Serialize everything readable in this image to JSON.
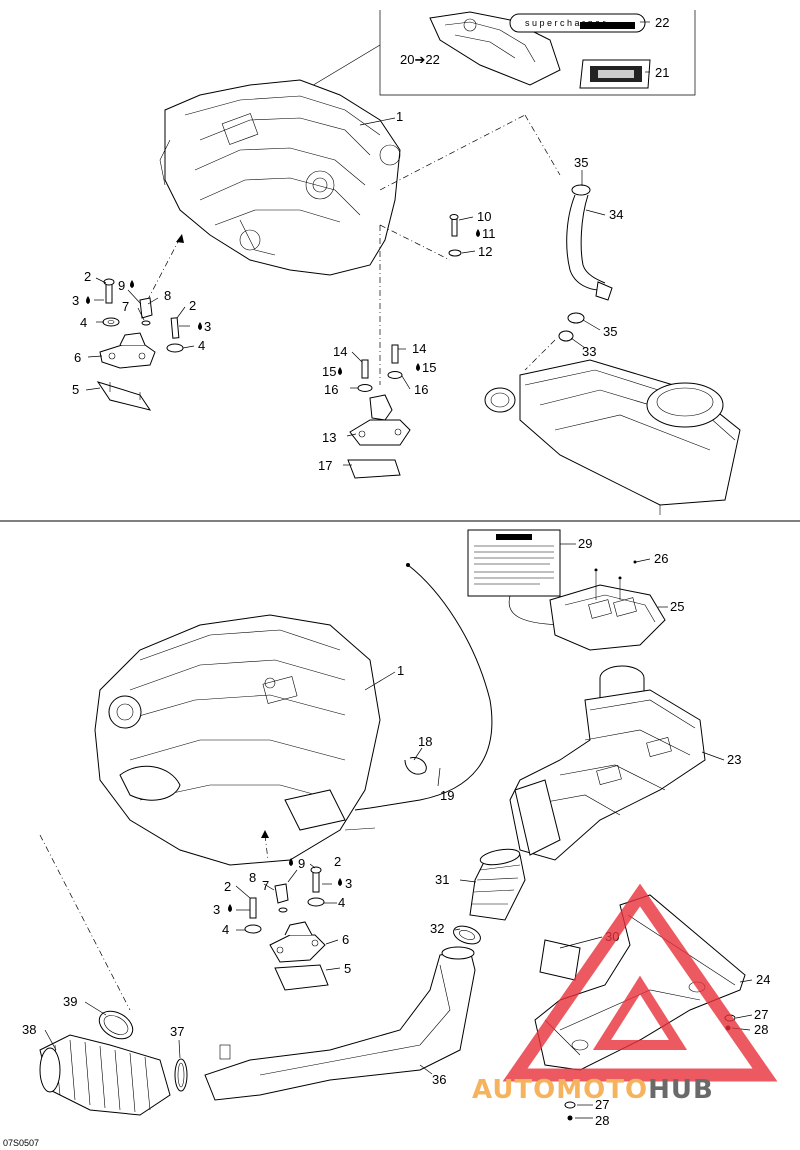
{
  "diagram_code": "07S0507",
  "top": {
    "callouts": {
      "c1": "1",
      "c2a": "2",
      "c9": "9",
      "c3a": "3",
      "c8": "8",
      "c7": "7",
      "c2b": "2",
      "c4a": "4",
      "c3b": "3",
      "c4b": "4",
      "c6": "6",
      "c5": "5",
      "c10": "10",
      "c11": "11",
      "c12": "12",
      "c14a": "14",
      "c14b": "14",
      "c15a": "15",
      "c15b": "15",
      "c16a": "16",
      "c16b": "16",
      "c13": "13",
      "c17": "17",
      "c35a": "35",
      "c34": "34",
      "c35b": "35",
      "c33": "33",
      "c20": "20➔22",
      "c22": "22",
      "c21": "21"
    }
  },
  "bottom": {
    "callouts": {
      "c1": "1",
      "c18": "18",
      "c19": "19",
      "c29": "29",
      "c26": "26",
      "c25": "25",
      "c23": "23",
      "c9": "9",
      "c2a": "2",
      "c8": "8",
      "c7": "7",
      "c3a": "3",
      "c2b": "2",
      "c3b": "3",
      "c4a": "4",
      "c4b": "4",
      "c6": "6",
      "c5": "5",
      "c31": "31",
      "c32": "32",
      "c30": "30",
      "c24": "24",
      "c27a": "27",
      "c28a": "28",
      "c39": "39",
      "c38": "38",
      "c37": "37",
      "c36": "36",
      "c27b": "27",
      "c28b": "28"
    }
  },
  "watermark": {
    "part1": "AUTOMOTO",
    "part2": "HUB",
    "color1": "#f6b35e",
    "color2": "#6a6a6a",
    "logo_color": "#e8303a"
  }
}
